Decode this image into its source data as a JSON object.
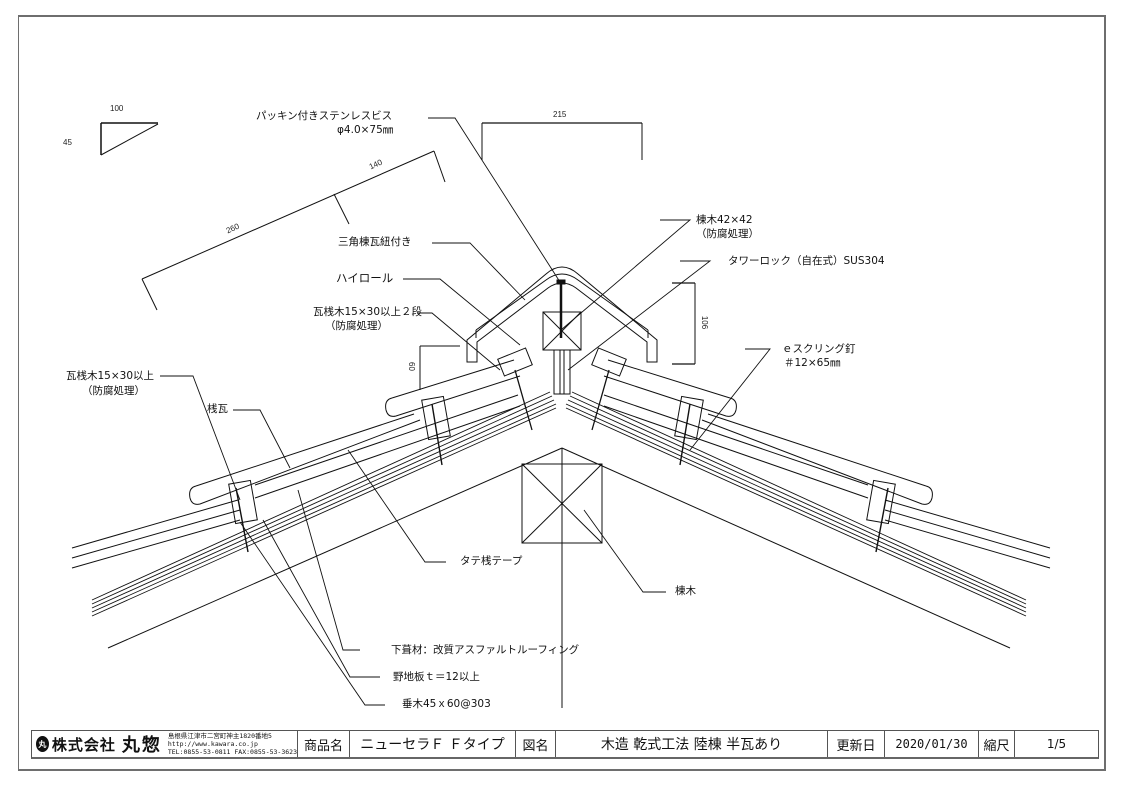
{
  "drawing": {
    "dimensions": {
      "slope_run": "100",
      "slope_rise": "45",
      "ridge_width": "215",
      "tile_length_upper": "140",
      "tile_length_lower": "260",
      "ridge_height": "106",
      "batten_height": "60"
    },
    "labels": {
      "screw_line1": "パッキン付きステンレスビス",
      "screw_line2": "φ4.0×75㎜",
      "ridge_tile": "三角棟瓦紐付き",
      "hiroll": "ハイロール",
      "batten2_line1": "瓦桟木15×30以上２段",
      "batten2_line2": "（防腐処理）",
      "batten_line1": "瓦桟木15×30以上",
      "batten_line2": "（防腐処理）",
      "sangawara": "桟瓦",
      "ridge_wood_line1": "棟木42×42",
      "ridge_wood_line2": "（防腐処理）",
      "tower_lock": "タワーロック（自在式）SUS304",
      "screw_nail_line1": "ｅスクリング釘",
      "screw_nail_line2": "＃12×65㎜",
      "vertical_tape": "タテ桟テープ",
      "ridge_beam": "棟木",
      "underlay": "下葺材：改質アスファルトルーフィング",
      "sheathing": "野地板ｔ＝12以上",
      "rafter": "垂木45ｘ60@303"
    }
  },
  "title_block": {
    "logo_mark": "丸",
    "company": "株式会社",
    "company_name": "丸惣",
    "address": "島根県江津市二宮町神主1820番地5",
    "url": "http://www.kawara.co.jp",
    "tel": "TEL:0855-53-0811 FAX:0855-53-3623",
    "product_label": "商品名",
    "product_value": "ニューセラＦ Ｆタイプ",
    "drawing_label": "図名",
    "drawing_value": "木造 乾式工法 陸棟 半瓦あり",
    "updated_label": "更新日",
    "updated_value": "2020/01/30",
    "scale_label": "縮尺",
    "scale_value": "1/5"
  }
}
